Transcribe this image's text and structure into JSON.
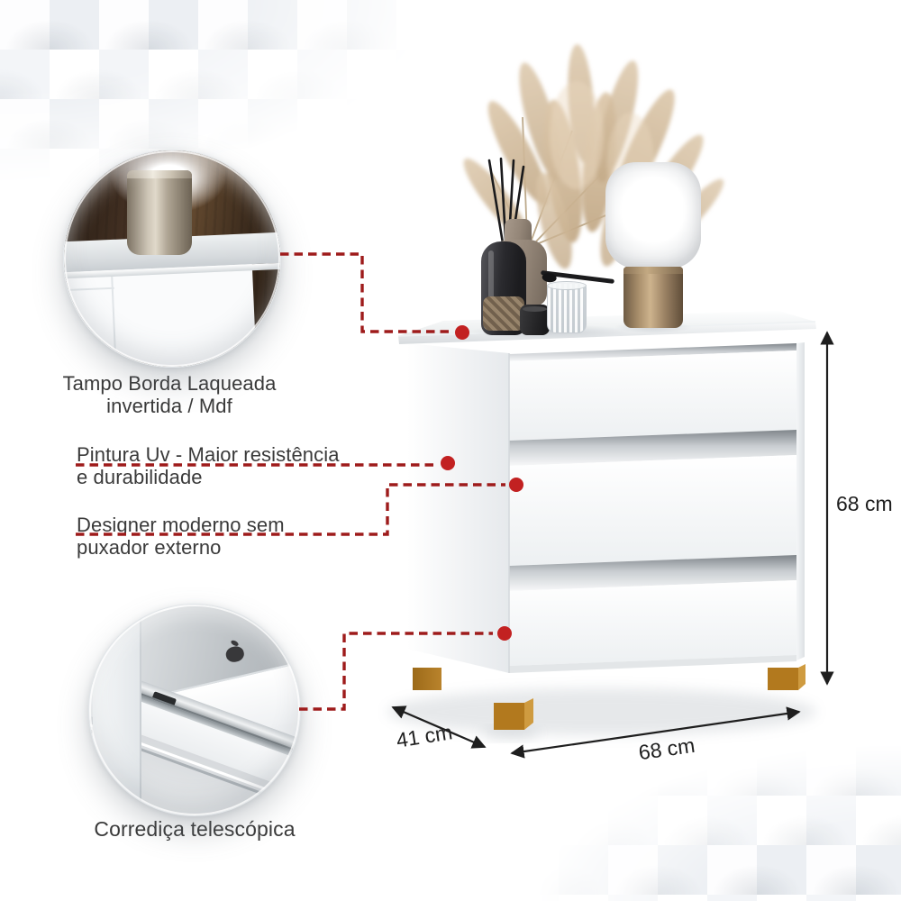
{
  "callouts": {
    "tampo": {
      "line1": "Tampo Borda Laqueada",
      "line2": "invertida / Mdf"
    },
    "pintura": {
      "line1": "Pintura Uv - Maior resistência",
      "line2": "e durabilidade"
    },
    "designer": {
      "line1": "Designer moderno sem",
      "line2": "puxador externo"
    },
    "corredica": {
      "line1": "Corrediça telescópica"
    }
  },
  "dimensions": {
    "height": "68 cm",
    "width": "68 cm",
    "depth": "41 cm"
  },
  "colors": {
    "callout_line": "#9e1b1b",
    "callout_dot": "#c22121",
    "dimension_line": "#1e1e1e",
    "text": "#3a3a3a",
    "foot_wood": "#b2791e",
    "panel_wood": "#4a3526"
  }
}
